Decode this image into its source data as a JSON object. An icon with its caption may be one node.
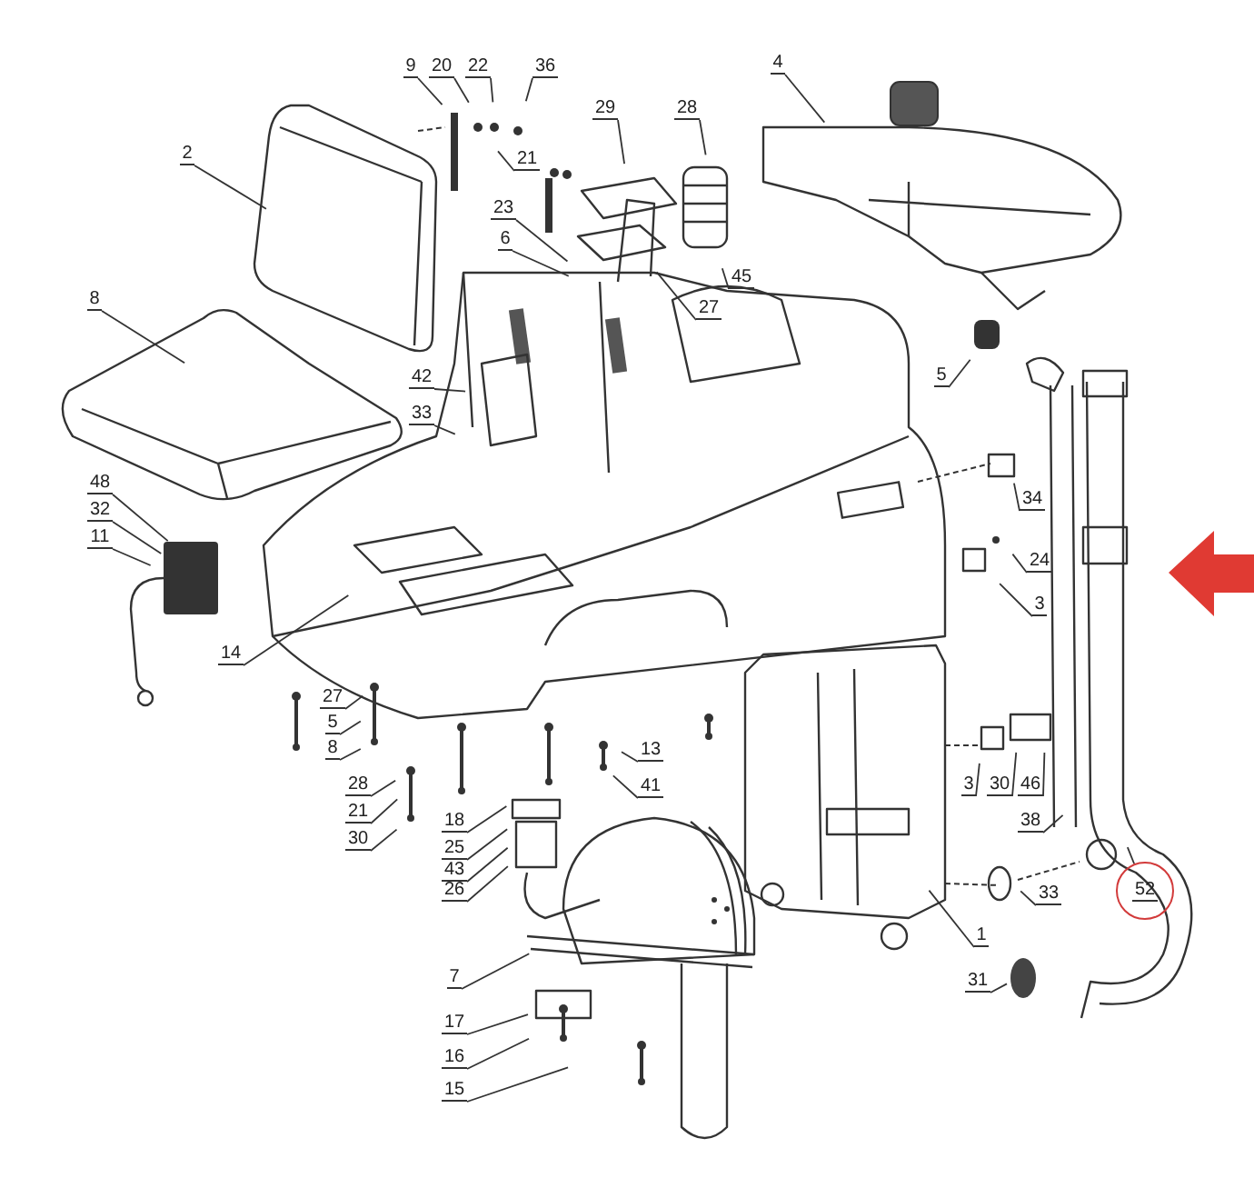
{
  "diagram": {
    "nodes": [
      {
        "text": [
          "9"
        ]
      },
      {
        "text": [
          "20"
        ]
      },
      {
        "text": [
          "22"
        ]
      },
      {
        "text": [
          "36"
        ]
      },
      {
        "text": [
          "2"
        ]
      },
      {
        "text": [
          "29"
        ]
      },
      {
        "text": [
          "28"
        ]
      },
      {
        "text": [
          "4"
        ]
      },
      {
        "text": [
          "21"
        ]
      },
      {
        "text": [
          "23"
        ]
      },
      {
        "text": [
          "6"
        ]
      },
      {
        "text": [
          "27"
        ]
      },
      {
        "text": [
          "45"
        ]
      },
      {
        "text": [
          "8"
        ]
      },
      {
        "text": [
          "42"
        ]
      },
      {
        "text": [
          "33"
        ]
      },
      {
        "text": [
          "5"
        ]
      },
      {
        "text": [
          "48"
        ]
      },
      {
        "text": [
          "32"
        ]
      },
      {
        "text": [
          "11"
        ]
      },
      {
        "text": [
          "34"
        ]
      },
      {
        "text": [
          "24"
        ]
      },
      {
        "text": [
          "3"
        ]
      },
      {
        "text": [
          "14"
        ]
      },
      {
        "text": [
          "27"
        ]
      },
      {
        "text": [
          "5"
        ]
      },
      {
        "text": [
          "8"
        ]
      },
      {
        "text": [
          "13"
        ]
      },
      {
        "text": [
          "41"
        ]
      },
      {
        "text": [
          "28"
        ]
      },
      {
        "text": [
          "21"
        ]
      },
      {
        "text": [
          "30"
        ]
      },
      {
        "text": [
          "18"
        ]
      },
      {
        "text": [
          "25"
        ]
      },
      {
        "text": [
          "43"
        ]
      },
      {
        "text": [
          "26"
        ]
      },
      {
        "text": [
          "3"
        ]
      },
      {
        "text": [
          "30"
        ]
      },
      {
        "text": [
          "46"
        ]
      },
      {
        "text": [
          "38"
        ]
      },
      {
        "text": [
          "1"
        ]
      },
      {
        "text": [
          "33"
        ]
      },
      {
        "text": [
          "31"
        ]
      },
      {
        "text": [],
        "shape": "circle"
      },
      {
        "text": [
          "52"
        ],
        "in": 43
      },
      {
        "text": [
          "7"
        ]
      },
      {
        "text": [
          "17"
        ]
      },
      {
        "text": [
          "16"
        ]
      },
      {
        "text": [
          "15"
        ]
      }
    ],
    "edges": [
      {
        "from": 0,
        "to": null,
        "arrow": "none"
      },
      {
        "from": 1,
        "to": null,
        "arrow": "none"
      },
      {
        "from": 2,
        "to": null,
        "arrow": "none"
      },
      {
        "from": 3,
        "to": null,
        "arrow": "none"
      },
      {
        "from": 4,
        "to": null,
        "arrow": "none"
      },
      {
        "from": 5,
        "to": null,
        "arrow": "none"
      },
      {
        "from": 6,
        "to": null,
        "arrow": "none"
      },
      {
        "from": 7,
        "to": null,
        "arrow": "none"
      },
      {
        "from": 8,
        "to": null,
        "arrow": "none"
      },
      {
        "from": 9,
        "to": null,
        "arrow": "none"
      },
      {
        "from": 10,
        "to": null,
        "arrow": "none"
      },
      {
        "from": 11,
        "to": null,
        "arrow": "none"
      },
      {
        "from": 12,
        "to": null,
        "arrow": "none"
      },
      {
        "from": 13,
        "to": null,
        "arrow": "none"
      },
      {
        "from": 14,
        "to": null,
        "arrow": "none"
      },
      {
        "from": 15,
        "to": null,
        "arrow": "none"
      },
      {
        "from": 16,
        "to": null,
        "arrow": "none"
      },
      {
        "from": 17,
        "to": null,
        "arrow": "none"
      },
      {
        "from": 18,
        "to": null,
        "arrow": "none"
      },
      {
        "from": 19,
        "to": null,
        "arrow": "none"
      },
      {
        "from": 20,
        "to": null,
        "arrow": "none"
      },
      {
        "from": 21,
        "to": null,
        "arrow": "none"
      },
      {
        "from": 22,
        "to": null,
        "arrow": "none"
      },
      {
        "from": 23,
        "to": null,
        "arrow": "none"
      },
      {
        "from": 24,
        "to": null,
        "arrow": "none"
      },
      {
        "from": 25,
        "to": null,
        "arrow": "none"
      },
      {
        "from": 26,
        "to": null,
        "arrow": "none"
      },
      {
        "from": 27,
        "to": null,
        "arrow": "none"
      },
      {
        "from": 28,
        "to": null,
        "arrow": "none"
      },
      {
        "from": 29,
        "to": null,
        "arrow": "none"
      },
      {
        "from": 30,
        "to": null,
        "arrow": "none"
      },
      {
        "from": 31,
        "to": null,
        "arrow": "none"
      },
      {
        "from": 32,
        "to": null,
        "arrow": "none"
      },
      {
        "from": 33,
        "to": null,
        "arrow": "none"
      },
      {
        "from": 34,
        "to": null,
        "arrow": "none"
      },
      {
        "from": 35,
        "to": null,
        "arrow": "none"
      },
      {
        "from": 36,
        "to": null,
        "arrow": "none"
      },
      {
        "from": 37,
        "to": null,
        "arrow": "none"
      },
      {
        "from": 38,
        "to": null,
        "arrow": "none"
      },
      {
        "from": 39,
        "to": null,
        "arrow": "none"
      },
      {
        "from": 40,
        "to": null,
        "arrow": "none"
      },
      {
        "from": 41,
        "to": null,
        "arrow": "none"
      },
      {
        "from": 42,
        "to": null,
        "arrow": "none"
      },
      {
        "from": 43,
        "to": null,
        "arrow": "none"
      },
      {
        "from": 45,
        "to": null,
        "arrow": "none"
      },
      {
        "from": 46,
        "to": null,
        "arrow": "none"
      },
      {
        "from": 47,
        "to": null,
        "arrow": "none"
      },
      {
        "from": 48,
        "to": null,
        "arrow": "none"
      }
    ]
  }
}
